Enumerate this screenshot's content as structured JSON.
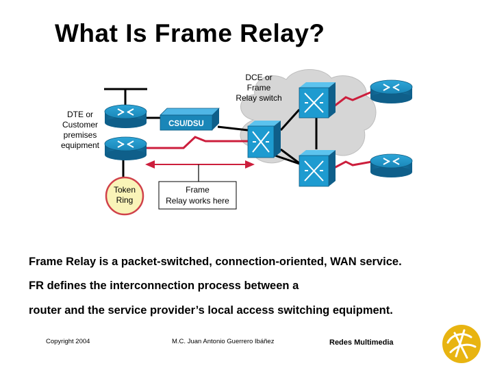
{
  "slide": {
    "title": "What Is Frame Relay?",
    "body_lines": [
      "Frame Relay is a packet-switched, connection-oriented, WAN service.",
      "FR defines the interconnection process between a",
      "router and the service provider’s local access switching equipment."
    ],
    "footer": {
      "copyright": "Copyright 2004",
      "author": "M.C. Juan Antonio Guerrero Ibáñez",
      "course": "Redes Multimedia"
    }
  },
  "diagram": {
    "dte_label": [
      "DTE or",
      "Customer",
      "premises",
      "equipment"
    ],
    "dce_label": [
      "DCE or",
      "Frame",
      "Relay switch"
    ],
    "csu_label": "CSU/DSU",
    "token_ring_label": [
      "Token",
      "Ring"
    ],
    "frame_relay_box": [
      "Frame",
      "Relay works here"
    ],
    "colors": {
      "router_blue": "#1a86b8",
      "switch_blue": "#1e9bd0",
      "wan_red": "#cc1e3c",
      "cloud_gray": "#d6d6d6",
      "token_ring_fill": "#f9f4b8",
      "token_ring_border": "#d0414a",
      "logo_gold": "#e8b411"
    }
  }
}
